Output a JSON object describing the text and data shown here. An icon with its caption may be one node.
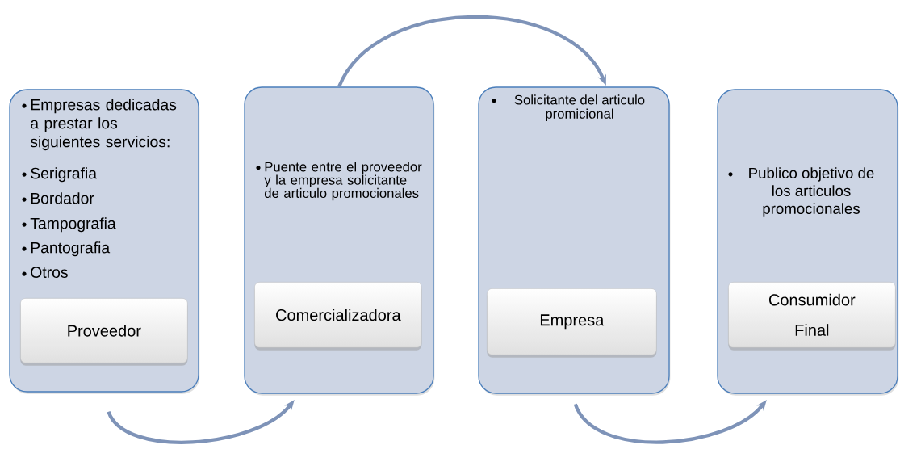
{
  "diagram": {
    "nodes": [
      {
        "text": [
          "Empresas dedicadas a prestar los siguientes servicios:",
          "Serigrafia",
          "Bordador",
          "Tampografia",
          "Pantografia",
          "Otros"
        ]
      },
      {
        "text": [
          "Proveedor"
        ],
        "in": 0
      },
      {
        "text": [
          "Puente entre el proveedor y la empresa solicitante de articulo promocionales"
        ]
      },
      {
        "text": [
          "Comercializadora"
        ],
        "in": 2
      },
      {
        "text": [
          "Solicitante del articulo promicional"
        ]
      },
      {
        "text": [
          "Empresa"
        ],
        "in": 4
      },
      {
        "text": [
          "Publico objetivo de los articulos promocionales"
        ]
      },
      {
        "text": [
          "Consumidor Final"
        ],
        "in": 6
      }
    ],
    "edges": [
      {
        "from": 0,
        "to": 2,
        "arrow": "to"
      },
      {
        "from": 2,
        "to": 4,
        "arrow": "to"
      },
      {
        "from": 4,
        "to": 6,
        "arrow": "to"
      }
    ]
  }
}
